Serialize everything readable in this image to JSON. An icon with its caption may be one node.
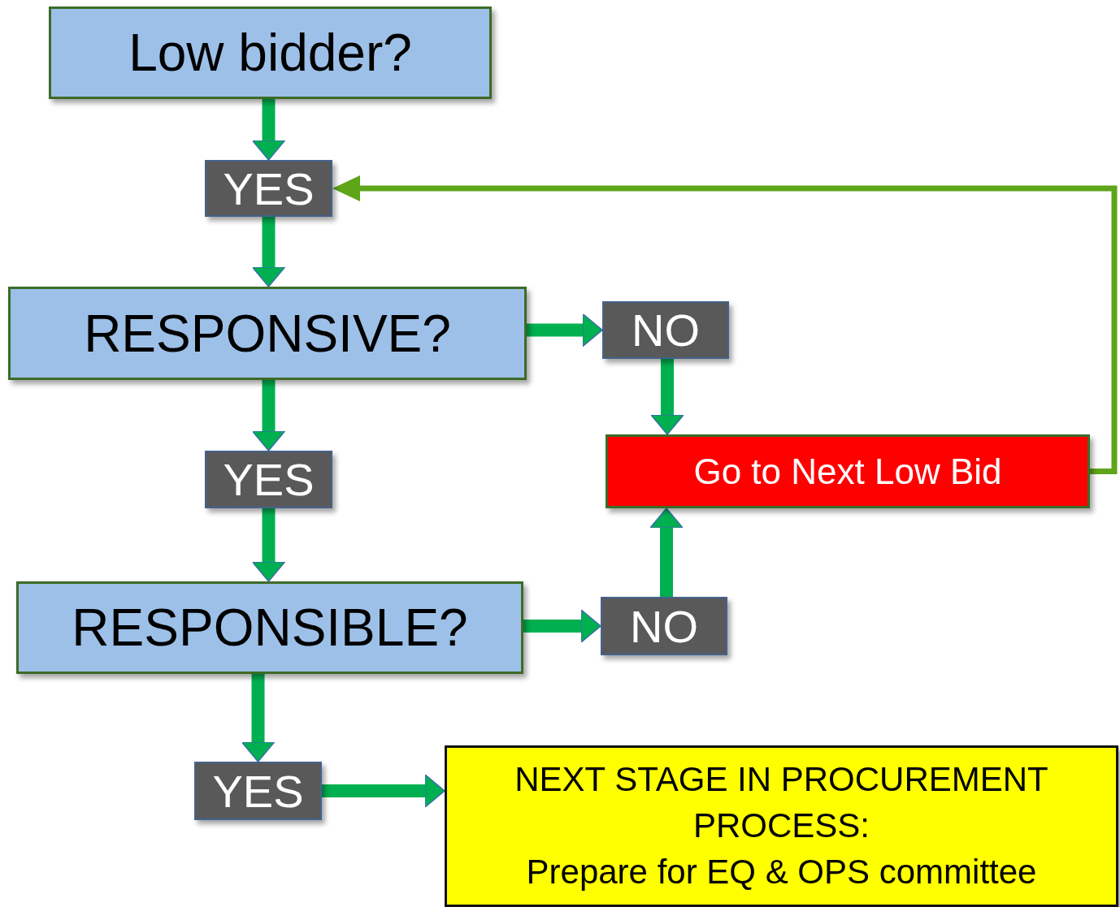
{
  "diagram": {
    "nodes": [
      {
        "text": [
          "Low bidder?"
        ]
      },
      {
        "text": [
          "YES"
        ]
      },
      {
        "text": [
          "RESPONSIVE?"
        ]
      },
      {
        "text": [
          "NO"
        ]
      },
      {
        "text": [
          "YES"
        ]
      },
      {
        "text": [
          "Go to Next Low Bid"
        ]
      },
      {
        "text": [
          "RESPONSIBLE?"
        ]
      },
      {
        "text": [
          "NO"
        ]
      },
      {
        "text": [
          "YES"
        ]
      },
      {
        "text": [
          "NEXT STAGE IN PROCUREMENT PROCESS:",
          "Prepare for EQ & OPS committee"
        ]
      }
    ],
    "edges": [
      {
        "from": 0,
        "to": 1,
        "arrow": "to"
      },
      {
        "from": 1,
        "to": 2,
        "arrow": "to"
      },
      {
        "from": 2,
        "to": 3,
        "arrow": "to"
      },
      {
        "from": 3,
        "to": 5,
        "arrow": "to"
      },
      {
        "from": 2,
        "to": 4,
        "arrow": "to"
      },
      {
        "from": 4,
        "to": 6,
        "arrow": "to"
      },
      {
        "from": 6,
        "to": 7,
        "arrow": "to"
      },
      {
        "from": 7,
        "to": 5,
        "arrow": "to"
      },
      {
        "from": 6,
        "to": 8,
        "arrow": "to"
      },
      {
        "from": 8,
        "to": 9,
        "arrow": "to"
      },
      {
        "from": 5,
        "to": 1,
        "arrow": "to",
        "color": "#5ea51a"
      }
    ]
  }
}
